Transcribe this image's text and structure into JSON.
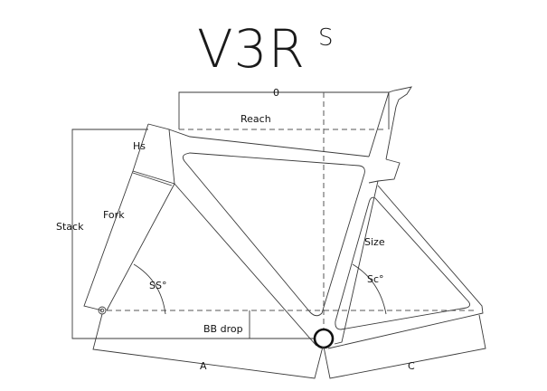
{
  "logo": {
    "text": "V3R",
    "superscript": "S"
  },
  "labels": {
    "top_dim": "0",
    "reach": "Reach",
    "stack": "Stack",
    "headtube": "Hs",
    "fork": "Fork",
    "size": "Size",
    "seat_angle": "Sc°",
    "head_angle": "SS°",
    "bb_drop": "BB drop",
    "front_center": "A",
    "chainstay": "C"
  },
  "colors": {
    "line": "#3a3a3a",
    "text": "#111111"
  }
}
